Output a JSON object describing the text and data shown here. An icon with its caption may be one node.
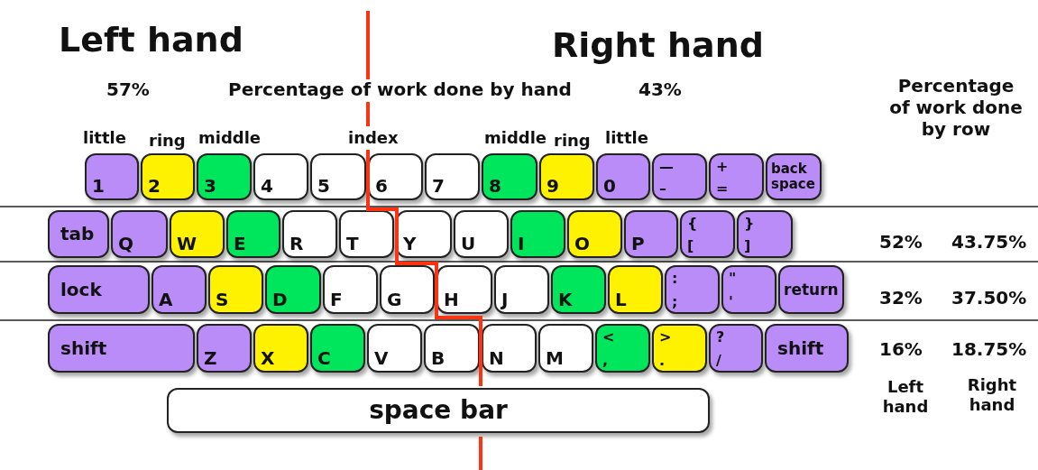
{
  "diagram": {
    "nodes": [
      {
        "text": [
          "1"
        ]
      },
      {
        "text": [
          "2"
        ]
      },
      {
        "text": [
          "3"
        ]
      },
      {
        "text": [
          "4"
        ]
      },
      {
        "text": [
          "5"
        ]
      },
      {
        "text": [
          "6"
        ]
      },
      {
        "text": [
          "7"
        ]
      },
      {
        "text": [
          "8"
        ]
      },
      {
        "text": [
          "9"
        ]
      },
      {
        "text": [
          "0"
        ]
      },
      {
        "text": [
          "—",
          "–"
        ]
      },
      {
        "text": [
          "+",
          "="
        ]
      },
      {
        "text": [
          "back space"
        ]
      },
      {
        "text": [
          "tab"
        ]
      },
      {
        "text": [
          "Q"
        ]
      },
      {
        "text": [
          "W"
        ]
      },
      {
        "text": [
          "E"
        ]
      },
      {
        "text": [
          "R"
        ]
      },
      {
        "text": [
          "T"
        ]
      },
      {
        "text": [
          "Y"
        ]
      },
      {
        "text": [
          "U"
        ]
      },
      {
        "text": [
          "I"
        ]
      },
      {
        "text": [
          "O"
        ]
      },
      {
        "text": [
          "P"
        ]
      },
      {
        "text": [
          "{",
          "["
        ]
      },
      {
        "text": [
          "}",
          "]"
        ]
      },
      {
        "text": [
          "lock"
        ]
      },
      {
        "text": [
          "A"
        ]
      },
      {
        "text": [
          "S"
        ]
      },
      {
        "text": [
          "D"
        ]
      },
      {
        "text": [
          "F"
        ]
      },
      {
        "text": [
          "G"
        ]
      },
      {
        "text": [
          "H"
        ]
      },
      {
        "text": [
          "J"
        ]
      },
      {
        "text": [
          "K"
        ]
      },
      {
        "text": [
          "L"
        ]
      },
      {
        "text": [
          ":",
          ";"
        ]
      },
      {
        "text": [
          "\"",
          "'"
        ]
      },
      {
        "text": [
          "return"
        ]
      },
      {
        "text": [
          "shift"
        ]
      },
      {
        "text": [
          "Z"
        ]
      },
      {
        "text": [
          "X"
        ]
      },
      {
        "text": [
          "C"
        ]
      },
      {
        "text": [
          "V"
        ]
      },
      {
        "text": [
          "B"
        ]
      },
      {
        "text": [
          "N"
        ]
      },
      {
        "text": [
          "M"
        ]
      },
      {
        "text": [
          "<",
          ","
        ]
      },
      {
        "text": [
          ">",
          "."
        ]
      },
      {
        "text": [
          "?",
          "/"
        ]
      },
      {
        "text": [
          "shift"
        ]
      },
      {
        "text": [
          "space bar"
        ]
      }
    ],
    "labels": [
      "Left hand",
      "Right hand",
      "57%",
      "Percentage of work done by hand",
      "43%",
      "Percentage of work done by row",
      "little",
      "ring",
      "middle",
      "index",
      "middle",
      "ring",
      "little",
      "52%",
      "43.75%",
      "32%",
      "37.50%",
      "16%",
      "18.75%",
      "Left hand",
      "Right hand"
    ]
  }
}
